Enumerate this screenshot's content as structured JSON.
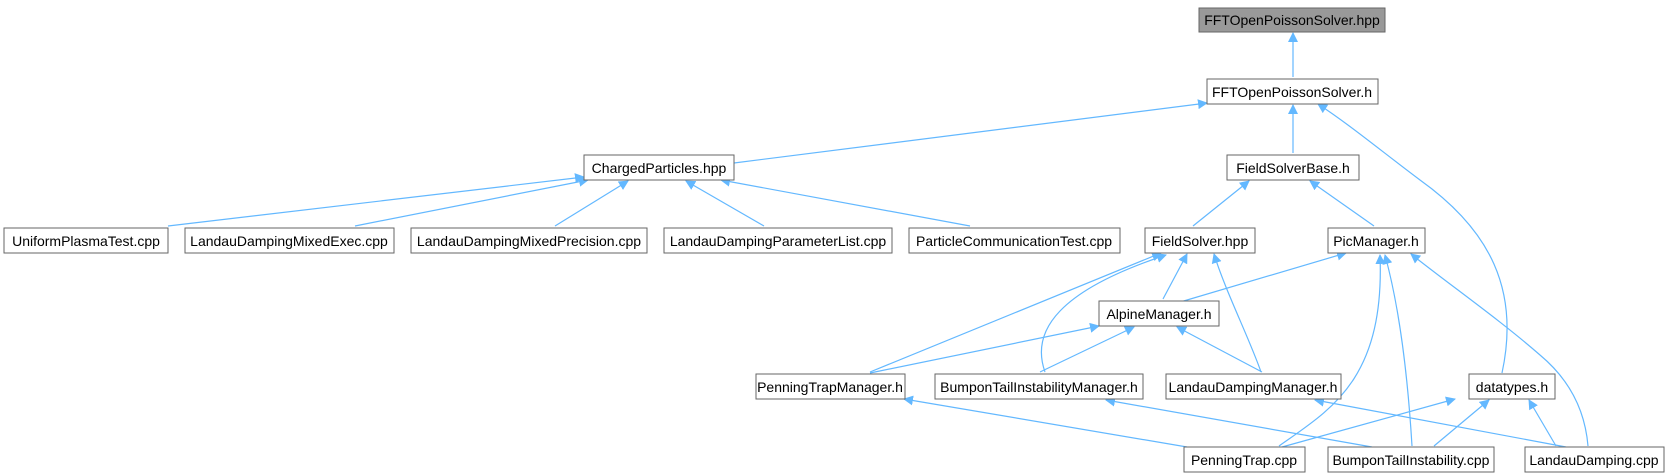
{
  "diagram": {
    "colors": {
      "edge": "#63b8ff",
      "node_border": "#666666",
      "node_fill": "#ffffff",
      "root_fill": "#999999",
      "text": "#000000"
    },
    "nodes": [
      {
        "id": "n0",
        "label": "FFTOpenPoissonSolver.hpp",
        "root": true
      },
      {
        "id": "n1",
        "label": "FFTOpenPoissonSolver.h"
      },
      {
        "id": "n2",
        "label": "ChargedParticles.hpp"
      },
      {
        "id": "n3",
        "label": "FieldSolverBase.h"
      },
      {
        "id": "n4",
        "label": "UniformPlasmaTest.cpp"
      },
      {
        "id": "n5",
        "label": "LandauDampingMixedExec.cpp"
      },
      {
        "id": "n6",
        "label": "LandauDampingMixedPrecision.cpp"
      },
      {
        "id": "n7",
        "label": "LandauDampingParameterList.cpp"
      },
      {
        "id": "n8",
        "label": "ParticleCommunicationTest.cpp"
      },
      {
        "id": "n9",
        "label": "FieldSolver.hpp"
      },
      {
        "id": "n10",
        "label": "PicManager.h"
      },
      {
        "id": "n11",
        "label": "AlpineManager.h"
      },
      {
        "id": "n12",
        "label": "PenningTrapManager.h"
      },
      {
        "id": "n13",
        "label": "BumponTailInstabilityManager.h"
      },
      {
        "id": "n14",
        "label": "LandauDampingManager.h"
      },
      {
        "id": "n15",
        "label": "datatypes.h"
      },
      {
        "id": "n16",
        "label": "PenningTrap.cpp"
      },
      {
        "id": "n17",
        "label": "BumponTailInstability.cpp"
      },
      {
        "id": "n18",
        "label": "LandauDamping.cpp"
      }
    ],
    "edges": [
      {
        "from": "n0",
        "to": "n1"
      },
      {
        "from": "n1",
        "to": "n2"
      },
      {
        "from": "n1",
        "to": "n3"
      },
      {
        "from": "n1",
        "to": "n15"
      },
      {
        "from": "n2",
        "to": "n4"
      },
      {
        "from": "n2",
        "to": "n5"
      },
      {
        "from": "n2",
        "to": "n6"
      },
      {
        "from": "n2",
        "to": "n7"
      },
      {
        "from": "n2",
        "to": "n8"
      },
      {
        "from": "n3",
        "to": "n9"
      },
      {
        "from": "n3",
        "to": "n10"
      },
      {
        "from": "n9",
        "to": "n11"
      },
      {
        "from": "n9",
        "to": "n12"
      },
      {
        "from": "n9",
        "to": "n13"
      },
      {
        "from": "n9",
        "to": "n14"
      },
      {
        "from": "n10",
        "to": "n11"
      },
      {
        "from": "n10",
        "to": "n16"
      },
      {
        "from": "n10",
        "to": "n17"
      },
      {
        "from": "n10",
        "to": "n18"
      },
      {
        "from": "n11",
        "to": "n12"
      },
      {
        "from": "n11",
        "to": "n13"
      },
      {
        "from": "n11",
        "to": "n14"
      },
      {
        "from": "n12",
        "to": "n16"
      },
      {
        "from": "n13",
        "to": "n17"
      },
      {
        "from": "n14",
        "to": "n18"
      },
      {
        "from": "n15",
        "to": "n16"
      },
      {
        "from": "n15",
        "to": "n17"
      },
      {
        "from": "n15",
        "to": "n18"
      }
    ]
  }
}
